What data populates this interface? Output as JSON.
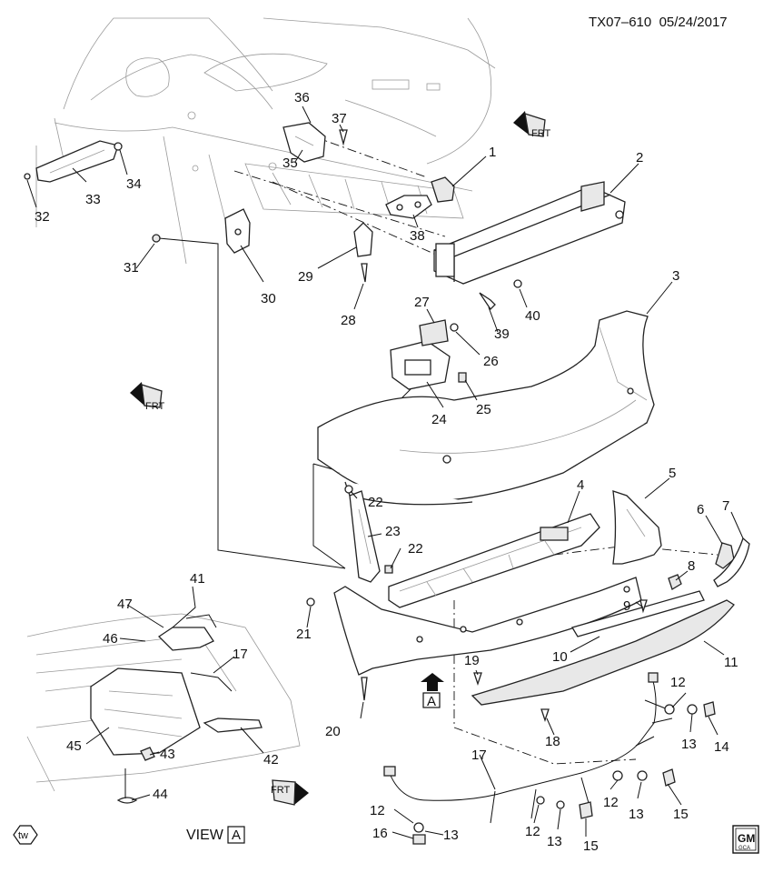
{
  "header": {
    "code": "TX07–610",
    "date": "05/24/2017"
  },
  "footer": {
    "view_label": "VIEW",
    "view_ref": "A",
    "tw_badge": "tw",
    "gm_badge": "GM",
    "gm_sub": "GCA"
  },
  "frt_label": "FRT",
  "arrow_ref": "A",
  "callouts": [
    "1",
    "2",
    "3",
    "4",
    "5",
    "6",
    "7",
    "8",
    "9",
    "10",
    "11",
    "12",
    "13",
    "14",
    "15",
    "16",
    "17",
    "18",
    "19",
    "20",
    "21",
    "22",
    "23",
    "24",
    "25",
    "26",
    "27",
    "28",
    "29",
    "30",
    "31",
    "32",
    "33",
    "34",
    "35",
    "36",
    "37",
    "38",
    "39",
    "40",
    "41",
    "42",
    "43",
    "44",
    "45",
    "46",
    "47"
  ]
}
